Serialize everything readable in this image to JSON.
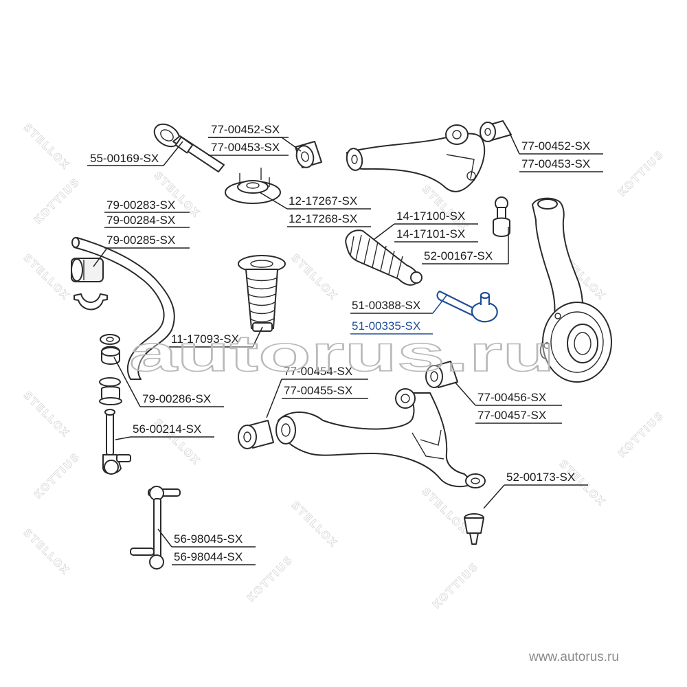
{
  "watermark": {
    "brand_a": "STELLOX",
    "brand_b": "KOTTIUS",
    "site_center": "autorus.ru",
    "footer": "www.autorus.ru"
  },
  "labels": {
    "l_55_00169": "55-00169-SX",
    "l_77_00452_top": "77-00452-SX",
    "l_77_00453_top": "77-00453-SX",
    "l_12_17267": "12-17267-SX",
    "l_12_17268": "12-17268-SX",
    "l_77_00452_right": "77-00452-SX",
    "l_77_00453_right": "77-00453-SX",
    "l_79_00283": "79-00283-SX",
    "l_79_00284": "79-00284-SX",
    "l_79_00285": "79-00285-SX",
    "l_14_17100": "14-17100-SX",
    "l_14_17101": "14-17101-SX",
    "l_52_00167": "52-00167-SX",
    "l_51_00388": "51-00388-SX",
    "l_51_00335": "51-00335-SX",
    "l_11_17093": "11-17093-SX",
    "l_77_00454": "77-00454-SX",
    "l_77_00455": "77-00455-SX",
    "l_77_00456": "77-00456-SX",
    "l_77_00457": "77-00457-SX",
    "l_79_00286": "79-00286-SX",
    "l_56_00214": "56-00214-SX",
    "l_52_00173": "52-00173-SX",
    "l_56_98045": "56-98045-SX",
    "l_56_98044": "56-98044-SX"
  },
  "colors": {
    "line": "#2a2a2a",
    "highlight": "#1f4e9a",
    "watermark": "#d6d6d6",
    "footer": "#8a8a8a"
  }
}
